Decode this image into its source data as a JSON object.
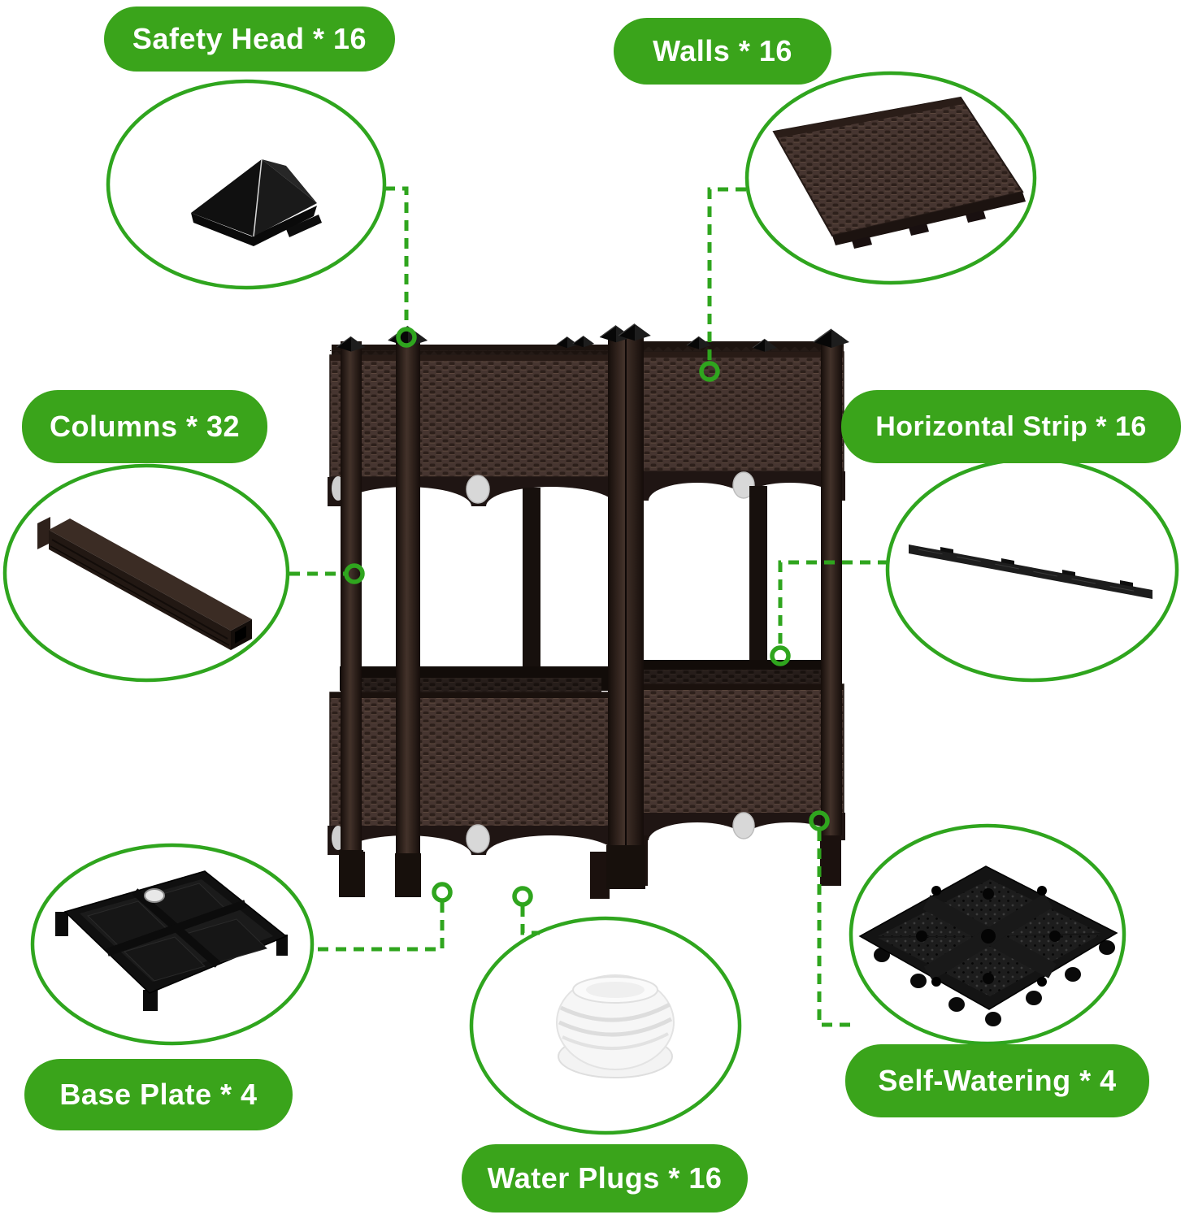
{
  "diagram": {
    "background": "#ffffff",
    "accent_green": "#3aa41b",
    "line_green": "#2fa51e",
    "product_brown": "#463530",
    "trim_black": "#1f1513",
    "plug_gray": "#d8d8d8"
  },
  "product": {
    "name": "assembled raised garden bed (2 stacked planter units)",
    "units": 2
  },
  "callouts": [
    {
      "id": "safety-head",
      "label": "Safety Head * 16",
      "quantity": 16,
      "icon": "pyramid-cap-icon",
      "position": "top-left"
    },
    {
      "id": "walls",
      "label": "Walls * 16",
      "quantity": 16,
      "icon": "wall-panel-icon",
      "position": "top-right"
    },
    {
      "id": "columns",
      "label": "Columns * 32",
      "quantity": 32,
      "icon": "column-rail-icon",
      "position": "middle-left"
    },
    {
      "id": "horizontal-strip",
      "label": "Horizontal Strip * 16",
      "quantity": 16,
      "icon": "strip-rail-icon",
      "position": "middle-right"
    },
    {
      "id": "base-plate",
      "label": "Base Plate * 4",
      "quantity": 4,
      "icon": "base-plate-tray-icon",
      "position": "bottom-left"
    },
    {
      "id": "water-plugs",
      "label": "Water Plugs * 16",
      "quantity": 16,
      "icon": "water-plug-icon",
      "position": "bottom-center"
    },
    {
      "id": "self-watering",
      "label": "Self-Watering * 4",
      "quantity": 4,
      "icon": "self-watering-plate-icon",
      "position": "bottom-right"
    }
  ]
}
